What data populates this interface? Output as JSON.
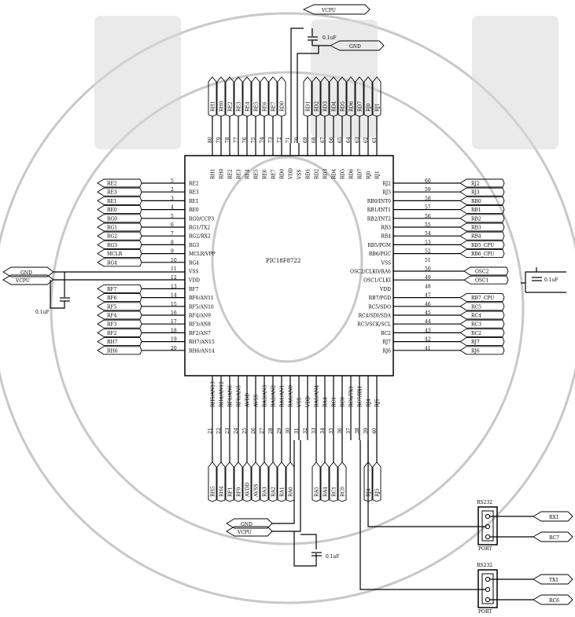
{
  "chip": {
    "part": "PIC18F8722"
  },
  "power_caps": {
    "top": {
      "net_vcc": "VCPU",
      "net_gnd": "GND",
      "cap": "0.1uF"
    },
    "left": {
      "net_gnd": "GND",
      "net_vcc": "VCPU",
      "cap": "0.1uF"
    },
    "bottom": {
      "net_gnd": "GND",
      "net_vcc": "VCPU",
      "cap": "0.1uF"
    },
    "right": {
      "cap": "0.1uF"
    }
  },
  "pins_left": [
    {
      "num": "5",
      "name": "RE2",
      "net": "RE2"
    },
    {
      "num": "2",
      "name": "RE3",
      "net": "RE3"
    },
    {
      "num": "3",
      "name": "RE1",
      "net": "RE1"
    },
    {
      "num": "4",
      "name": "RE0",
      "net": "RE0"
    },
    {
      "num": "5",
      "name": "RG0/CCP3",
      "net": "RG0"
    },
    {
      "num": "6",
      "name": "RG1/TX2",
      "net": "RG1"
    },
    {
      "num": "7",
      "name": "RG2/RX2",
      "net": "RG2"
    },
    {
      "num": "8",
      "name": "RG3",
      "net": "RG3"
    },
    {
      "num": "9",
      "name": "MCLR/VPP",
      "net": "MCLR"
    },
    {
      "num": "10",
      "name": "RG4",
      "net": "RG4"
    },
    {
      "num": "11",
      "name": "VSS",
      "net": ""
    },
    {
      "num": "12",
      "name": "VDD",
      "net": ""
    },
    {
      "num": "13",
      "name": "RF7",
      "net": "RF7"
    },
    {
      "num": "14",
      "name": "RF6/AN11",
      "net": "RF6"
    },
    {
      "num": "15",
      "name": "RF5/AN10",
      "net": "RF5"
    },
    {
      "num": "16",
      "name": "RF4/AN9",
      "net": "RF4"
    },
    {
      "num": "17",
      "name": "RF3/AN8",
      "net": "RF3"
    },
    {
      "num": "18",
      "name": "RF2/AN7",
      "net": "RF2"
    },
    {
      "num": "19",
      "name": "RH7/AN15",
      "net": "RH7"
    },
    {
      "num": "20",
      "name": "RH6/AN14",
      "net": "RH6"
    }
  ],
  "pins_right": [
    {
      "num": "60",
      "name": "RJ2",
      "net": "RJ2"
    },
    {
      "num": "59",
      "name": "RJ3",
      "net": "RJ3"
    },
    {
      "num": "58",
      "name": "RB0/INT0",
      "net": "RB0"
    },
    {
      "num": "57",
      "name": "RB1/INT1",
      "net": "RB1"
    },
    {
      "num": "56",
      "name": "RB2/INT2",
      "net": "RB2"
    },
    {
      "num": "55",
      "name": "RB3",
      "net": "RB3"
    },
    {
      "num": "54",
      "name": "RB4",
      "net": "RB4"
    },
    {
      "num": "53",
      "name": "RB5/PGM",
      "net": "RB5_CPU"
    },
    {
      "num": "52",
      "name": "RB6/PGC",
      "net": "RB6_CPU"
    },
    {
      "num": "51",
      "name": "VSS",
      "net": ""
    },
    {
      "num": "50",
      "name": "OSC2/CLKO/RA6",
      "net": "OSC2"
    },
    {
      "num": "49",
      "name": "OSC1/CLKI",
      "net": "OSC1"
    },
    {
      "num": "48",
      "name": "VDD",
      "net": ""
    },
    {
      "num": "47",
      "name": "RB7/PGD",
      "net": "RB7_CPU"
    },
    {
      "num": "46",
      "name": "RC5/SDO",
      "net": "RC5"
    },
    {
      "num": "45",
      "name": "RC4/SDI/SDA",
      "net": "RC4"
    },
    {
      "num": "44",
      "name": "RC3/SCK/SCL",
      "net": "RC3"
    },
    {
      "num": "43",
      "name": "RC2",
      "net": "RC2"
    },
    {
      "num": "42",
      "name": "RJ7",
      "net": "RJ7"
    },
    {
      "num": "41",
      "name": "RJ6",
      "net": "RJ6"
    }
  ],
  "pins_top": [
    {
      "num": "80",
      "name": "RH1",
      "net": "RH1"
    },
    {
      "num": "79",
      "name": "RH0",
      "net": "RH0"
    },
    {
      "num": "78",
      "name": "RE2",
      "net": "RE2"
    },
    {
      "num": "77",
      "name": "RE3",
      "net": "RE3"
    },
    {
      "num": "76",
      "name": "RE4",
      "net": "RE4"
    },
    {
      "num": "75",
      "name": "RE5",
      "net": "RE5"
    },
    {
      "num": "74",
      "name": "RE6",
      "net": "RE6"
    },
    {
      "num": "73",
      "name": "RE7",
      "net": "RE7"
    },
    {
      "num": "72",
      "name": "RD0",
      "net": "RD0"
    },
    {
      "num": "71",
      "name": "VDD",
      "net": ""
    },
    {
      "num": "70",
      "name": "VSS",
      "net": ""
    },
    {
      "num": "69",
      "name": "RD1",
      "net": "RD1"
    },
    {
      "num": "68",
      "name": "RD2",
      "net": "RD2"
    },
    {
      "num": "67",
      "name": "RD3",
      "net": "RD3"
    },
    {
      "num": "66",
      "name": "RD4",
      "net": "RD4"
    },
    {
      "num": "65",
      "name": "RD5",
      "net": "RD5"
    },
    {
      "num": "64",
      "name": "RD6",
      "net": "RD6"
    },
    {
      "num": "63",
      "name": "RD7",
      "net": "RD7"
    },
    {
      "num": "62",
      "name": "RJ0",
      "net": "RJ0"
    },
    {
      "num": "61",
      "name": "RJ1",
      "net": "RJ1"
    }
  ],
  "pins_bottom": [
    {
      "num": "21",
      "name": "RH5/AN13",
      "net": "RH5"
    },
    {
      "num": "22",
      "name": "RH4/AN12",
      "net": "RH4"
    },
    {
      "num": "23",
      "name": "RF1/AN6",
      "net": "RF1"
    },
    {
      "num": "24",
      "name": "RF0/AN5",
      "net": "RF0"
    },
    {
      "num": "25",
      "name": "AVDD",
      "net": "AVDD"
    },
    {
      "num": "26",
      "name": "AVSS",
      "net": "AVSS"
    },
    {
      "num": "27",
      "name": "RA3/AN3",
      "net": "RA3"
    },
    {
      "num": "28",
      "name": "RA2/AN2",
      "net": "RA2"
    },
    {
      "num": "29",
      "name": "RA1/AN1",
      "net": "RA1"
    },
    {
      "num": "30",
      "name": "RA0/AN0",
      "net": "RA0"
    },
    {
      "num": "31",
      "name": "VSS",
      "net": ""
    },
    {
      "num": "32",
      "name": "VDD",
      "net": ""
    },
    {
      "num": "33",
      "name": "RA5/AN4",
      "net": "RA5"
    },
    {
      "num": "34",
      "name": "RA4",
      "net": "RA4"
    },
    {
      "num": "35",
      "name": "RC1",
      "net": "RC1"
    },
    {
      "num": "36",
      "name": "RC0",
      "net": "RC0"
    },
    {
      "num": "37",
      "name": "RC6/TX1",
      "net": ""
    },
    {
      "num": "38",
      "name": "RC7/RX1",
      "net": ""
    },
    {
      "num": "39",
      "name": "RJ4",
      "net": "RJ4"
    },
    {
      "num": "40",
      "name": "RJ5",
      "net": "RJ5"
    }
  ],
  "connectors": [
    {
      "title": "RS232",
      "label": "PORT",
      "nets": [
        "RX1",
        "RC7"
      ]
    },
    {
      "title": "RS232",
      "label": "PORT",
      "nets": [
        "TX1",
        "RC6"
      ]
    }
  ]
}
